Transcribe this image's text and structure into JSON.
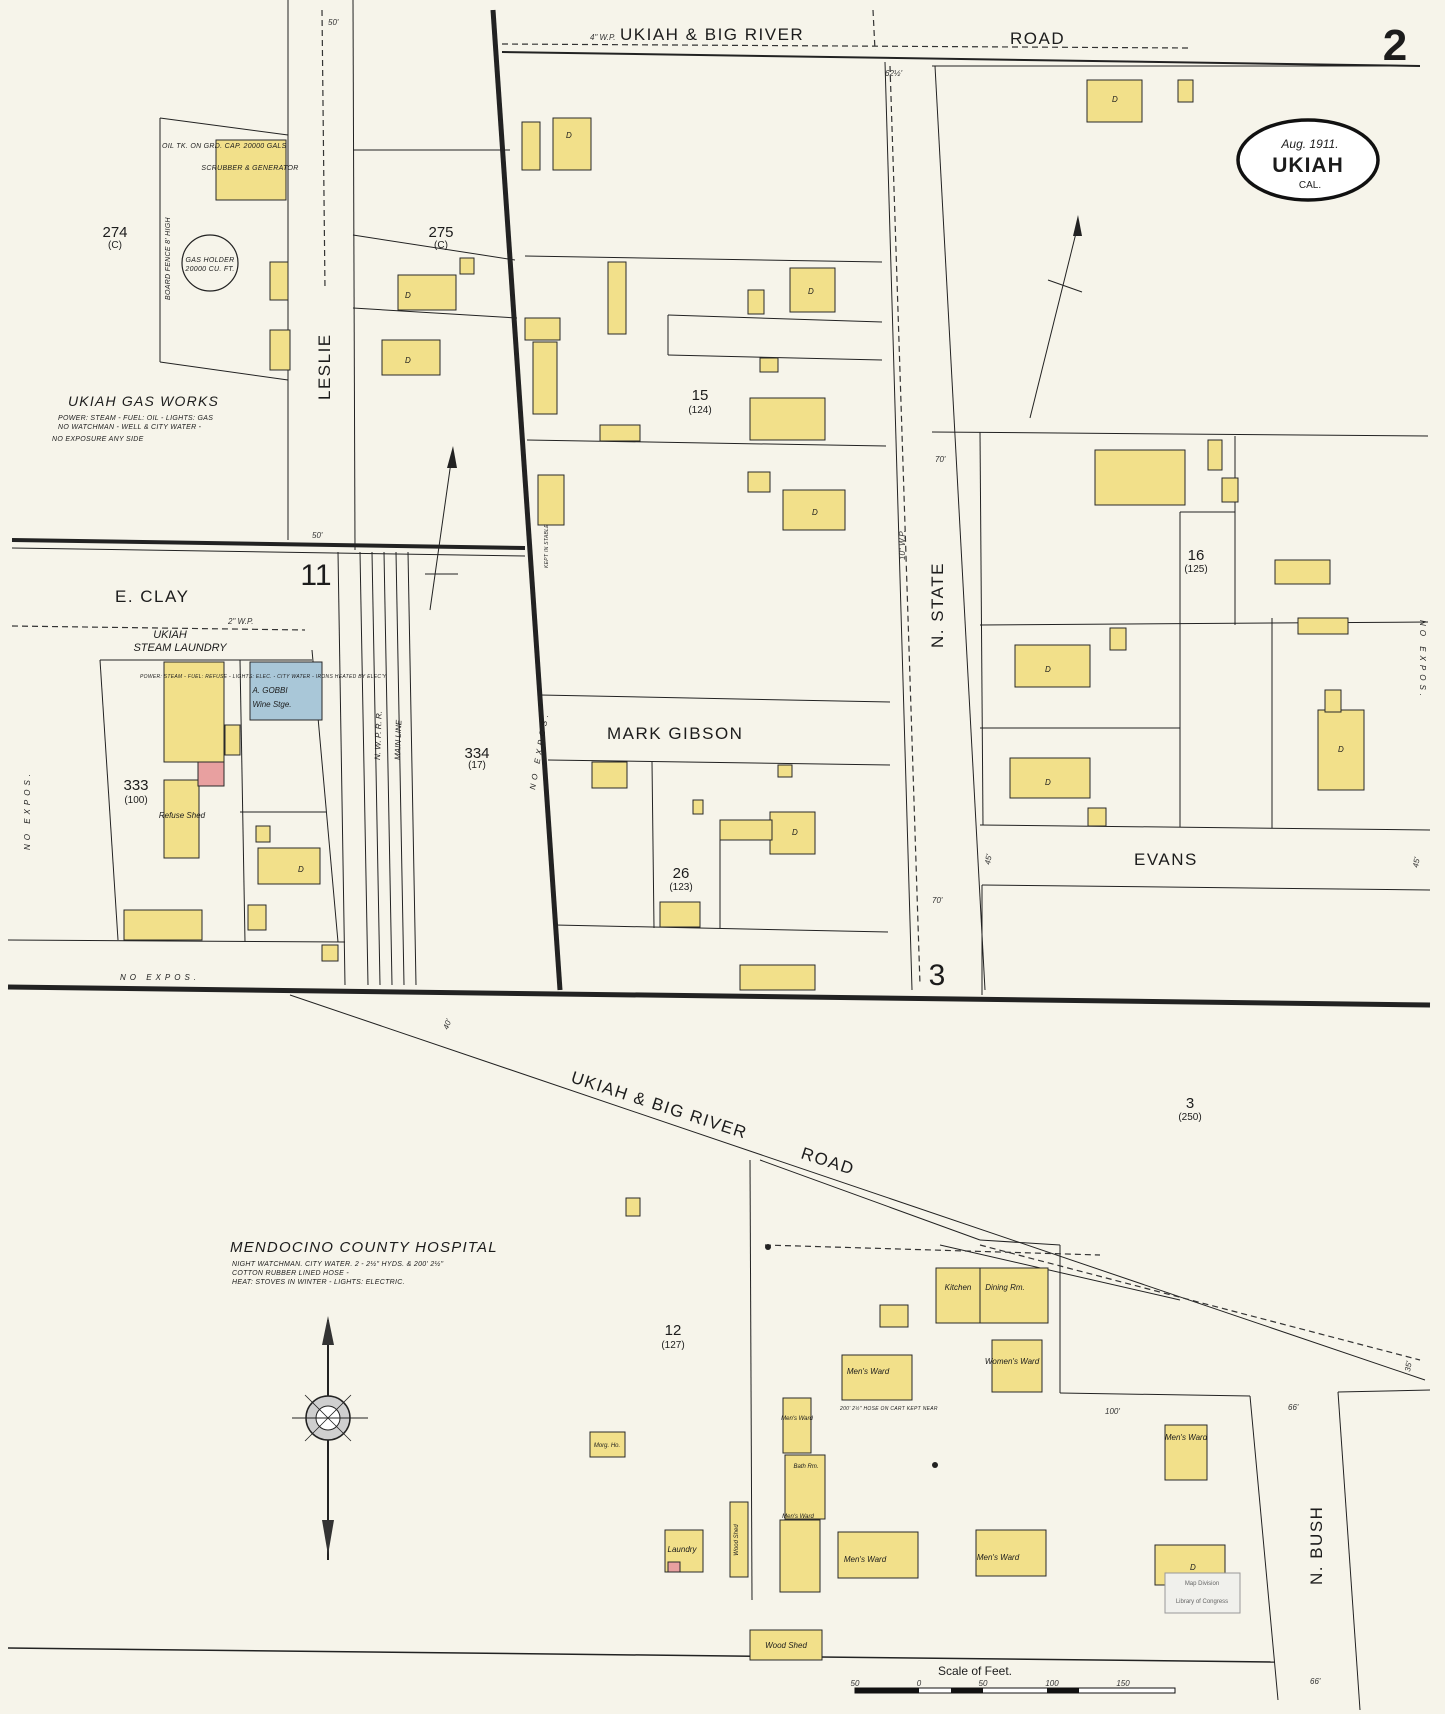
{
  "sheet": {
    "number": "2",
    "date": "Aug. 1911.",
    "city": "UKIAH",
    "state": "CAL.",
    "stamp_line1": "Map Division",
    "stamp_line2": "Library of Congress"
  },
  "streets": {
    "ukiah_big_river_top": "UKIAH & BIG RIVER",
    "road_top": "ROAD",
    "ukiah_big_river_diag": "UKIAH & BIG RIVER",
    "road_diag": "ROAD",
    "e_clay": "E. CLAY",
    "leslie": "LESLIE",
    "n_state": "N. STATE",
    "mark_gibson": "MARK GIBSON",
    "evans": "EVANS",
    "n_bush": "N. BUSH",
    "railroad": "N. W. P. R. R.",
    "main_line": "MAIN LINE"
  },
  "blocks": [
    {
      "num": "274",
      "sub": "(C)"
    },
    {
      "num": "275",
      "sub": "(C)"
    },
    {
      "num": "15",
      "sub": "(124)"
    },
    {
      "num": "16",
      "sub": "(125)"
    },
    {
      "num": "333",
      "sub": "(100)"
    },
    {
      "num": "334",
      "sub": "(17)"
    },
    {
      "num": "26",
      "sub": "(123)"
    },
    {
      "num": "3",
      "sub": "(250)"
    },
    {
      "num": "12",
      "sub": "(127)"
    }
  ],
  "adjacent_sheets": [
    "11",
    "3"
  ],
  "gas_works": {
    "title": "UKIAH GAS WORKS",
    "line1": "POWER: STEAM - FUEL: OIL - LIGHTS: GAS",
    "line2": "NO WATCHMAN - WELL & CITY WATER -",
    "line3": "NO EXPOSURE ANY SIDE",
    "oil_tank": "OIL TK. ON GRD. CAP. 20000 GALS",
    "holder": "GAS HOLDER",
    "holder_cap": "20000 CU. FT.",
    "scrubber": "SCRUBBER & GENERATOR",
    "fence": "BOARD FENCE 8' HIGH"
  },
  "laundry": {
    "name1": "UKIAH",
    "name2": "STEAM LAUNDRY",
    "notes": "POWER: STEAM - FUEL: REFUSE - LIGHTS: ELEC. - CITY WATER - IRONS HEATED BY ELEC'Y",
    "refuse_shed": "Refuse Shed",
    "gobbi": "A. GOBBI",
    "wine_stge": "Wine Stge."
  },
  "hospital": {
    "title": "MENDOCINO COUNTY HOSPITAL",
    "line1": "NIGHT WATCHMAN.  CITY WATER.  2 - 2½\" HYDS. & 200' 2½\"",
    "line2": "COTTON RUBBER LINED HOSE -",
    "line3": "HEAT: STOVES IN WINTER -  LIGHTS: ELECTRIC.",
    "hydrant_note": "200' 2½\" HOSE ON CART KEPT NEAR",
    "buildings": {
      "kitchen": "Kitchen",
      "dining": "Dining Rm.",
      "womens_ward": "Women's Ward",
      "mens_ward": "Men's Ward",
      "mens_ward_b": "Men's Ward",
      "mens_ward_c": "Men's Ward",
      "mens_ward_d": "Men's Ward",
      "mens_ward_e": "Men's Ward",
      "mens_ward_f": "Men's Ward",
      "bath": "Bath Rm.",
      "laundry": "Laundry",
      "wood_shed": "Wood Shed",
      "wood_shed_b": "Wood Shed",
      "morgue": "Morg. Ho."
    }
  },
  "scale": {
    "label": "Scale of Feet.",
    "ticks": [
      "50",
      "0",
      "50",
      "100",
      "150"
    ]
  },
  "misc": {
    "no_expos": "NO EXPOS.",
    "water_pipe_4": "4\" W.P.",
    "water_pipe_2": "2\" W.P.",
    "water_pipe_10": "10\" W.P.",
    "dim_50": "50'",
    "dim_70": "70'",
    "dim_40": "40'",
    "dim_66": "66'",
    "dim_100": "100'",
    "dim_62": "62½'",
    "dim_45": "45'",
    "dim_35": "35'",
    "stable_note": "KEPT IN STABLE",
    "dwelling": "D"
  },
  "colors": {
    "frame_building": "#f2e08a",
    "brick_building": "#e8a0a0",
    "stone_building": "#a9c7d8",
    "paper": "#f6f4ea",
    "ink": "#222222"
  }
}
